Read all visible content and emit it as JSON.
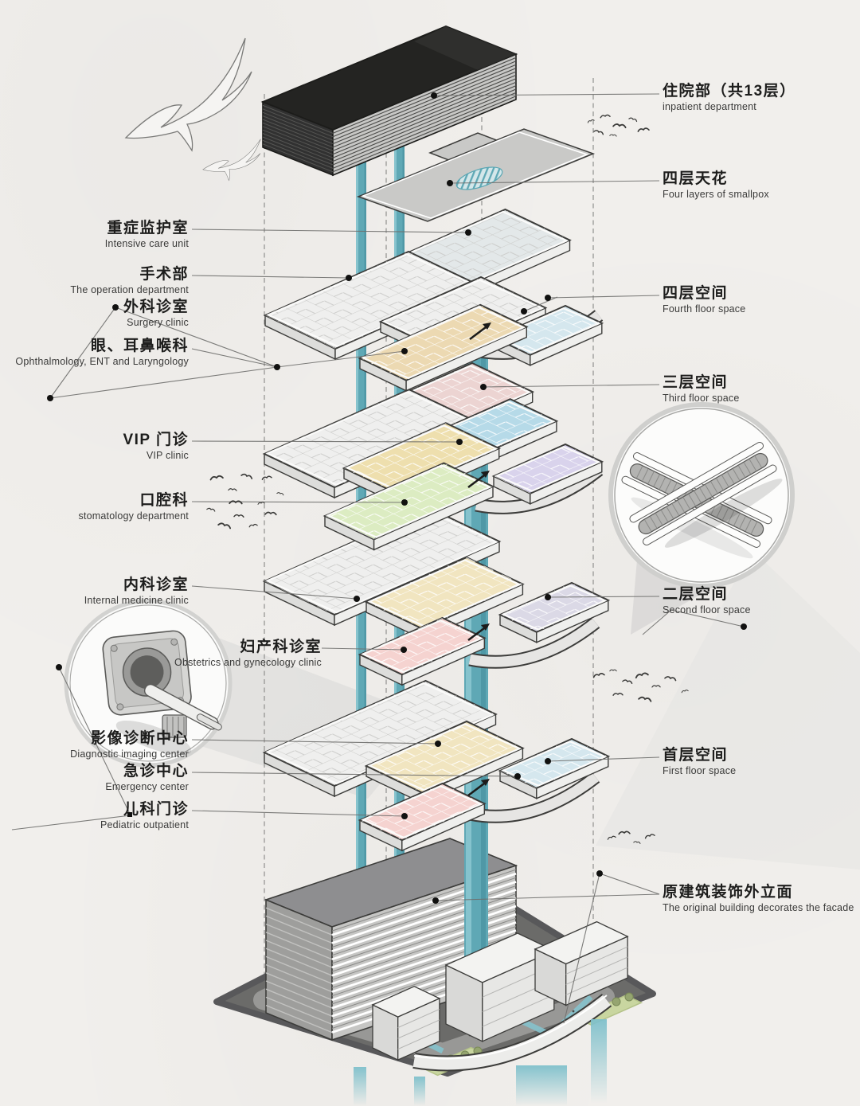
{
  "diagram": {
    "subject": "hospital exploded axonometric floor diagram"
  },
  "labels": {
    "inpatient": {
      "zh": "住院部（共13层）",
      "en": "inpatient department"
    },
    "ceiling4f": {
      "zh": "四层天花",
      "en": "Four layers of smallpox"
    },
    "icu": {
      "zh": "重症监护室",
      "en": "Intensive care unit"
    },
    "operation": {
      "zh": "手术部",
      "en": "The operation department"
    },
    "surgery": {
      "zh": "外科诊室",
      "en": "Surgery clinic"
    },
    "ent": {
      "zh": "眼、耳鼻喉科",
      "en": "Ophthalmology, ENT and Laryngology"
    },
    "floor4": {
      "zh": "四层空间",
      "en": "Fourth floor space"
    },
    "floor3": {
      "zh": "三层空间",
      "en": "Third floor space"
    },
    "vip": {
      "zh": "VIP 门诊",
      "en": "VIP clinic"
    },
    "stomatology": {
      "zh": "口腔科",
      "en": "stomatology department"
    },
    "internal": {
      "zh": "内科诊室",
      "en": "Internal medicine clinic"
    },
    "floor2": {
      "zh": "二层空间",
      "en": "Second floor space"
    },
    "obstetrics": {
      "zh": "妇产科诊室",
      "en": "Obstetrics and gynecology clinic"
    },
    "imaging": {
      "zh": "影像诊断中心",
      "en": "Diagnostic imaging center"
    },
    "emergency": {
      "zh": "急诊中心",
      "en": "Emergency center"
    },
    "floor1": {
      "zh": "首层空间",
      "en": "First floor space"
    },
    "pediatric": {
      "zh": "儿科门诊",
      "en": "Pediatric outpatient"
    },
    "facade": {
      "zh": "原建筑装饰外立面",
      "en": "The original building decorates the facade"
    }
  },
  "icons": {
    "escalator_inset": "crossing-escalators",
    "ct_inset": "ct-scanner",
    "birds": "seagull-outlines"
  },
  "colors": {
    "outline": "#3c3c3a",
    "teal": "#5fa8b5",
    "tealLight": "#86c3cd",
    "tealDark": "#4f98a6",
    "white": "#efefee",
    "grayblue": "#e3e8e9",
    "tan": "#ecd9b2",
    "blue_light": "#d5e7ee",
    "rose": "#ecd4d2",
    "blue_mid": "#b6dae8",
    "yellow": "#eedfae",
    "purple": "#d9d3ec",
    "green": "#dcecc2",
    "cream": "#f1e5c0",
    "pink": "#f5d3d0",
    "lavender": "#dbd9e6",
    "ground": "#6b6b69",
    "road": "#9b9b99",
    "lawn": "#c9d6a0",
    "slab_dark": "#242422"
  }
}
